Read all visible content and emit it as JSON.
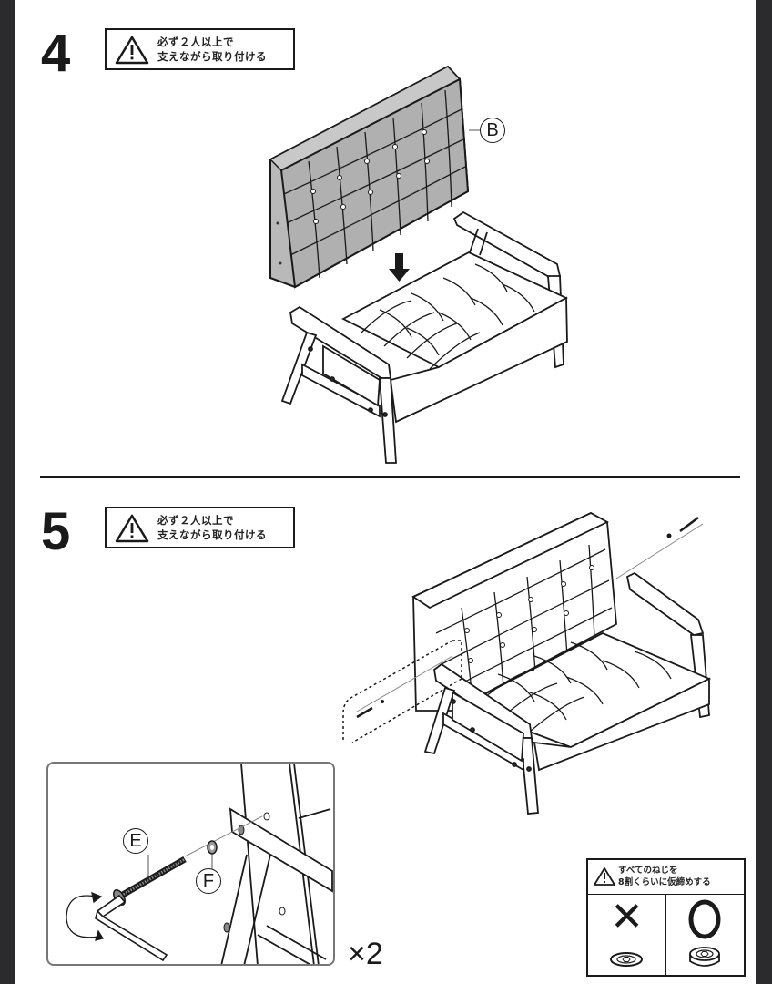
{
  "document": {
    "type": "furniture assembly instructions",
    "page_colors": {
      "background": "#ffffff",
      "frame": "#2b2b2d",
      "ink": "#1a1a1a",
      "panel_gray": "#b5b5b5"
    }
  },
  "steps": [
    {
      "number": "4",
      "warning": {
        "icon": "warning-triangle-icon",
        "line1": "必ず２人以上で",
        "line2": "支えながら取り付ける"
      },
      "illustration": {
        "description": "Backrest panel B being lowered onto the seat frame",
        "part_label": "B",
        "arrow": "down-arrow-icon"
      }
    },
    {
      "number": "5",
      "warning": {
        "icon": "warning-triangle-icon",
        "line1": "必ず２人以上で",
        "line2": "支えながら取り付ける"
      },
      "illustration": {
        "description": "Assembled loveseat with bolts inserted through armrest into backrest on both sides"
      },
      "detail": {
        "part_labels": [
          "E",
          "F"
        ],
        "tool": "hex-key-icon",
        "rotation": "rotate-arrow-icon",
        "multiplier": "×2"
      },
      "note": {
        "icon": "warning-triangle-icon",
        "line1": "すべてのねじを",
        "line2": "8割くらいに仮締めする",
        "wrong_mark": "✕",
        "right_mark": "○",
        "wrong_desc": "bolt fully tightened (flush)",
        "right_desc": "bolt partially tightened (raised)"
      }
    }
  ]
}
